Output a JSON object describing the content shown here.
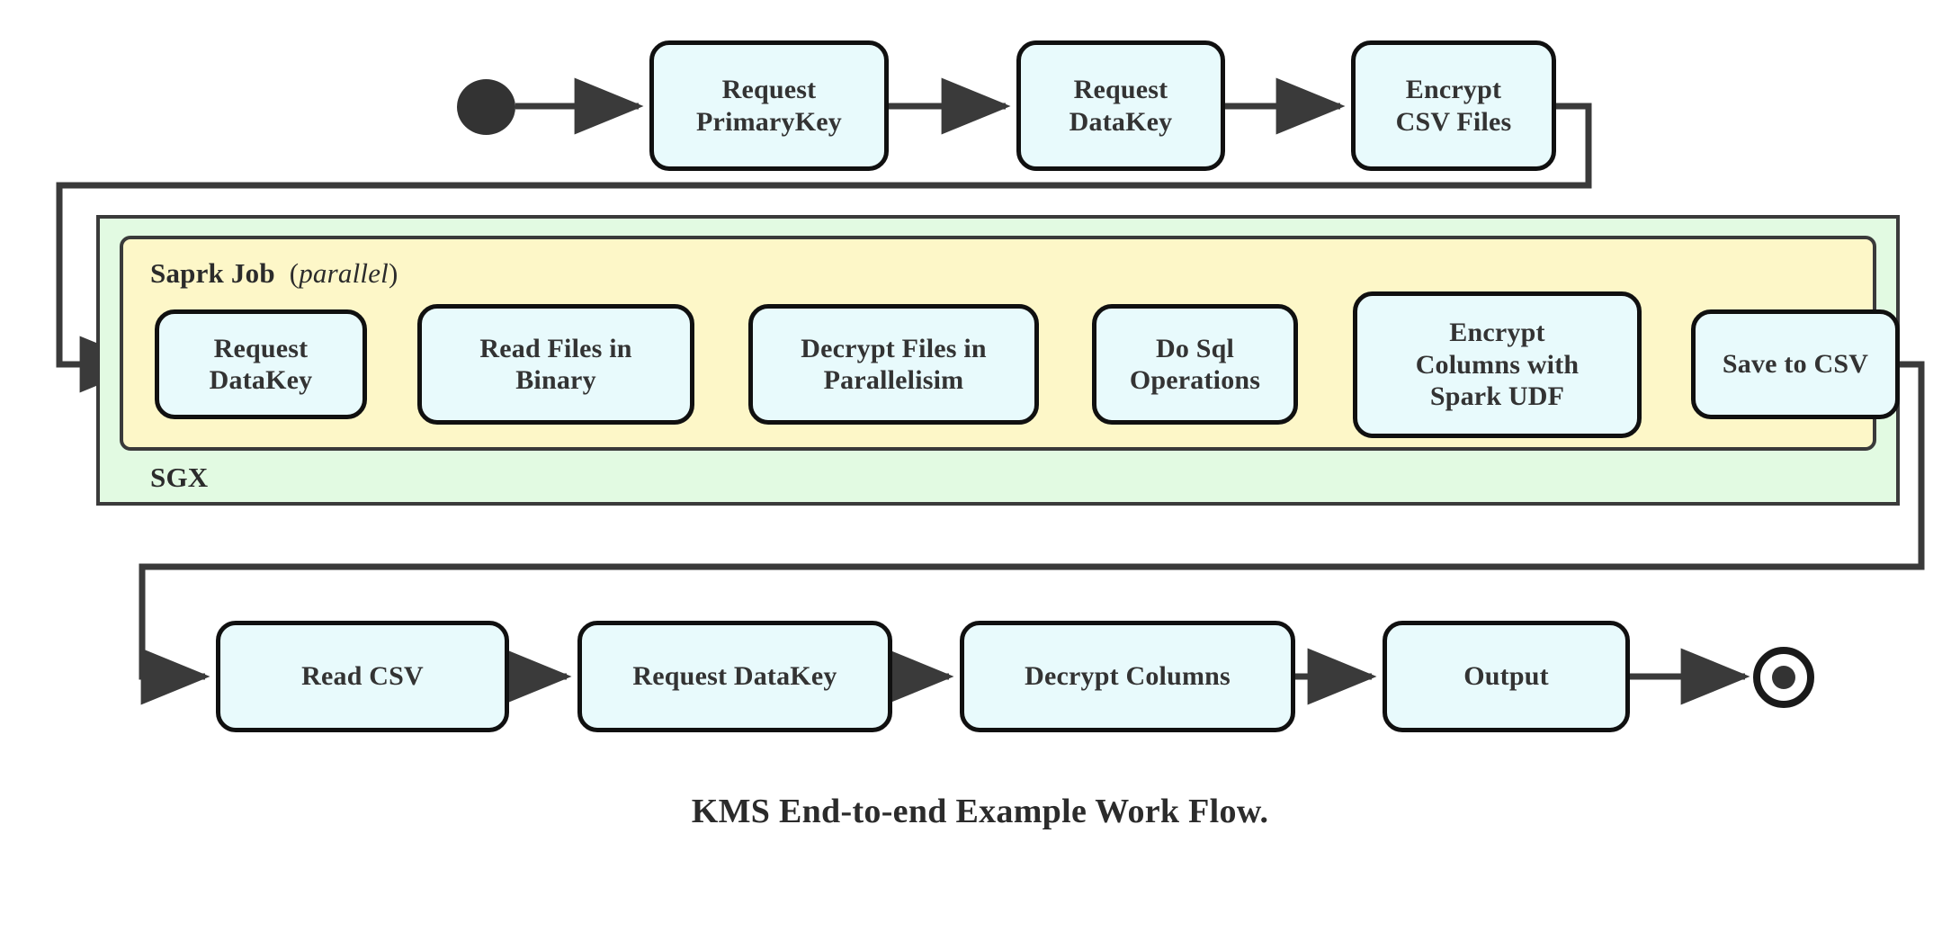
{
  "caption": "KMS End-to-end Example Work Flow.",
  "colors": {
    "node_fill": "#e8fafc",
    "node_stroke": "#101010",
    "spark_region_fill": "#fdf7c8",
    "sgx_region_fill": "#e2fae2",
    "region_stroke": "#3a3a3a",
    "edge_stroke": "#3a3a3a",
    "text": "#333333",
    "background": "#ffffff"
  },
  "regions": {
    "spark": {
      "label": "Saprk Job",
      "qualifier_open": "(",
      "qualifier": "parallel",
      "qualifier_close": ")"
    },
    "sgx": {
      "label": "SGX"
    }
  },
  "markers": {
    "start": "start-node",
    "end": "end-node"
  },
  "rows": {
    "top": {
      "nodes": [
        {
          "id": "request-primarykey",
          "lines": [
            "Request",
            "PrimaryKey"
          ]
        },
        {
          "id": "request-datakey-top",
          "lines": [
            "Request",
            "DataKey"
          ]
        },
        {
          "id": "encrypt-csv-files",
          "lines": [
            "Encrypt",
            "CSV Files"
          ]
        }
      ]
    },
    "spark": {
      "nodes": [
        {
          "id": "request-datakey-spark",
          "lines": [
            "Request",
            "DataKey"
          ]
        },
        {
          "id": "read-files-in-binary",
          "lines": [
            "Read Files in",
            "Binary"
          ]
        },
        {
          "id": "decrypt-files-in-parallelisim",
          "lines": [
            "Decrypt Files in",
            "Parallelisim"
          ]
        },
        {
          "id": "do-sql-operations",
          "lines": [
            "Do Sql",
            "Operations"
          ]
        },
        {
          "id": "encrypt-columns-with-spark-udf",
          "lines": [
            "Encrypt",
            "Columns with",
            "Spark UDF"
          ]
        },
        {
          "id": "save-to-csv",
          "lines": [
            "Save to CSV"
          ]
        }
      ]
    },
    "bottom": {
      "nodes": [
        {
          "id": "read-csv",
          "lines": [
            "Read CSV"
          ]
        },
        {
          "id": "request-datakey-bottom",
          "lines": [
            "Request DataKey"
          ]
        },
        {
          "id": "decrypt-columns",
          "lines": [
            "Decrypt Columns"
          ]
        },
        {
          "id": "output",
          "lines": [
            "Output"
          ]
        }
      ]
    }
  }
}
